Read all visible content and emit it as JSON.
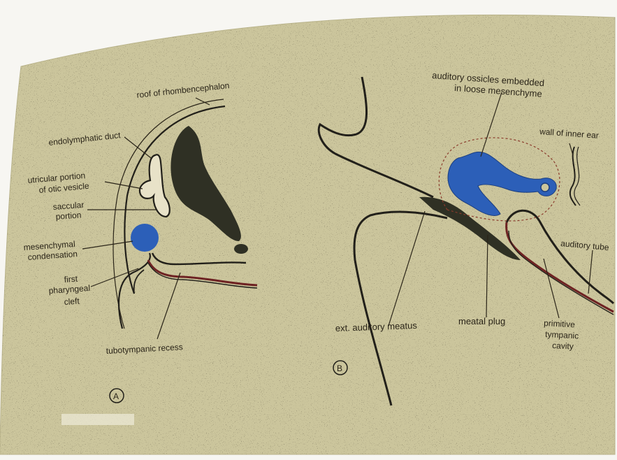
{
  "colors": {
    "paper": "#cbc59c",
    "outline": "#22201a",
    "blue": "#2c5fb8",
    "dark": "#2f3024",
    "red_line": "#6e2323"
  },
  "panel_a": {
    "label": "A",
    "labels": {
      "roof": "roof of rhombencephalon",
      "endolymphatic": "endolymphatic duct",
      "utricular_1": "utricular portion",
      "utricular_2": "of otic vesicle",
      "saccular_1": "saccular",
      "saccular_2": "portion",
      "mesenchymal_1": "mesenchymal",
      "mesenchymal_2": "condensation",
      "first_1": "first",
      "first_2": "pharyngeal",
      "first_3": "cleft",
      "tubotympanic": "tubotympanic recess"
    }
  },
  "panel_b": {
    "label": "B",
    "labels": {
      "ossicles_1": "auditory ossicles embedded",
      "ossicles_2": "in loose mesenchyme",
      "wall": "wall of inner ear",
      "auditory_tube": "auditory tube",
      "ext_meatus": "ext. auditory meatus",
      "meatal_plug": "meatal plug",
      "primitive_1": "primitive",
      "primitive_2": "tympanic",
      "primitive_3": "cavity"
    }
  }
}
